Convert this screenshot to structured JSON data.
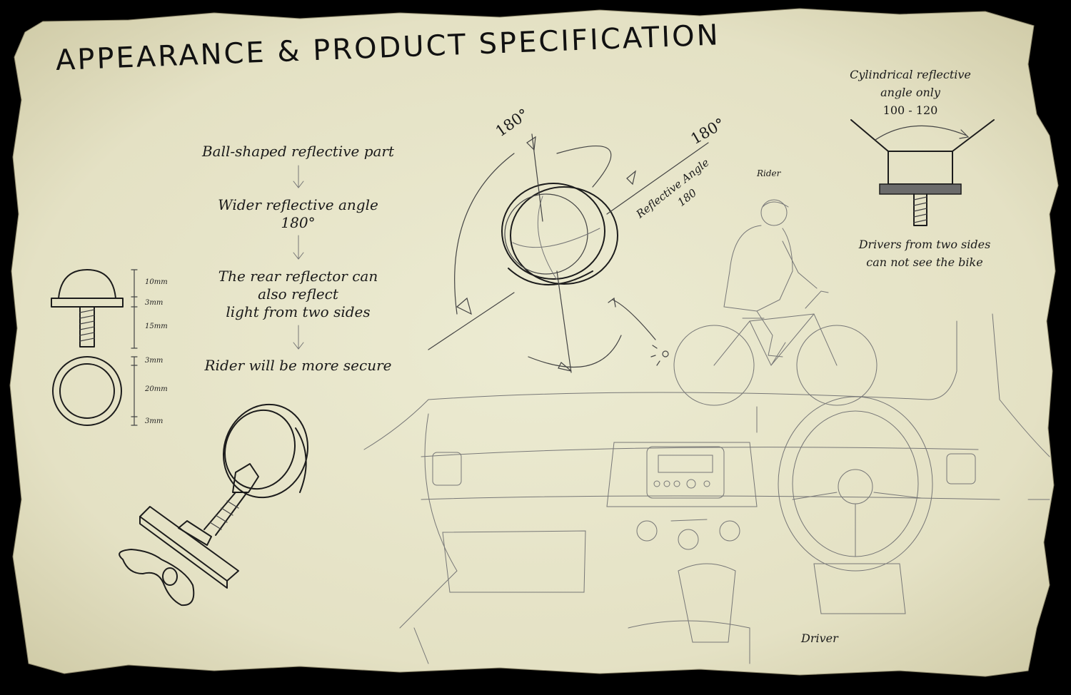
{
  "title": "APPEARANCE & PRODUCT SPECIFICATION",
  "flow": {
    "step1": "Ball-shaped reflective part",
    "step2_line1": "Wider reflective angle",
    "step2_line2": "180°",
    "step3_line1": "The rear reflector can",
    "step3_line2": "also reflect",
    "step3_line3": "light from two sides",
    "step4": "Rider will be more secure"
  },
  "dimensions": {
    "d1": "10mm",
    "d2": "3mm",
    "d3": "15mm",
    "d4": "3mm",
    "d5": "20mm",
    "d6": "3mm"
  },
  "angle_labels": {
    "top_left": "180°",
    "top_right": "180°",
    "reflective_line1": "Reflective Angle",
    "reflective_line2": "180"
  },
  "rider_label": "Rider",
  "driver_label": "Driver",
  "cylindrical": {
    "line1": "Cylindrical reflective",
    "line2": "angle only",
    "line3": "100 - 120",
    "caption_line1": "Drivers from two sides",
    "caption_line2": "can not see the bike"
  },
  "colors": {
    "paper": "#e8e5cc",
    "ink": "#1c1c1c",
    "background": "#000000"
  }
}
